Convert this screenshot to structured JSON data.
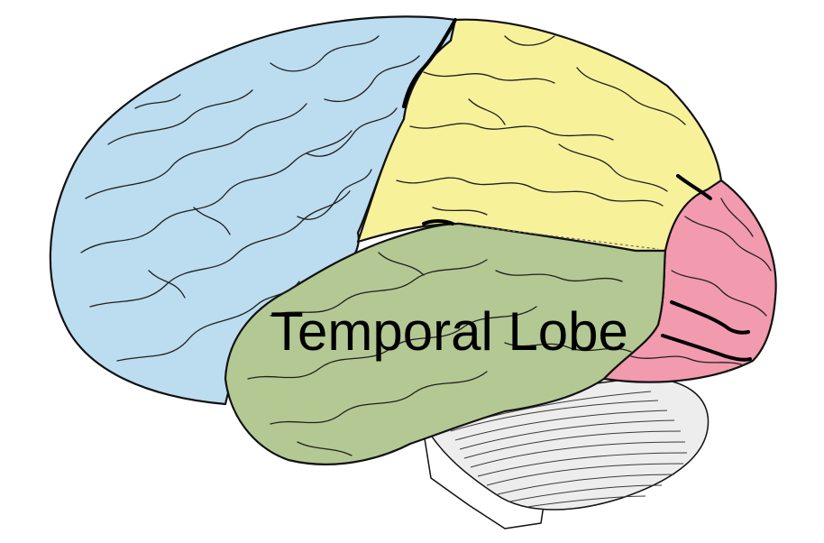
{
  "diagram": {
    "label": "Temporal Lobe",
    "regions": [
      {
        "id": "frontal",
        "color": "#bcdcef"
      },
      {
        "id": "parietal",
        "color": "#f7f19a"
      },
      {
        "id": "temporal",
        "color": "#b4c893"
      },
      {
        "id": "occipital",
        "color": "#f29aae"
      },
      {
        "id": "cerebellum",
        "color": "#ededed"
      },
      {
        "id": "brainstem",
        "color": "#ffffff"
      }
    ]
  }
}
